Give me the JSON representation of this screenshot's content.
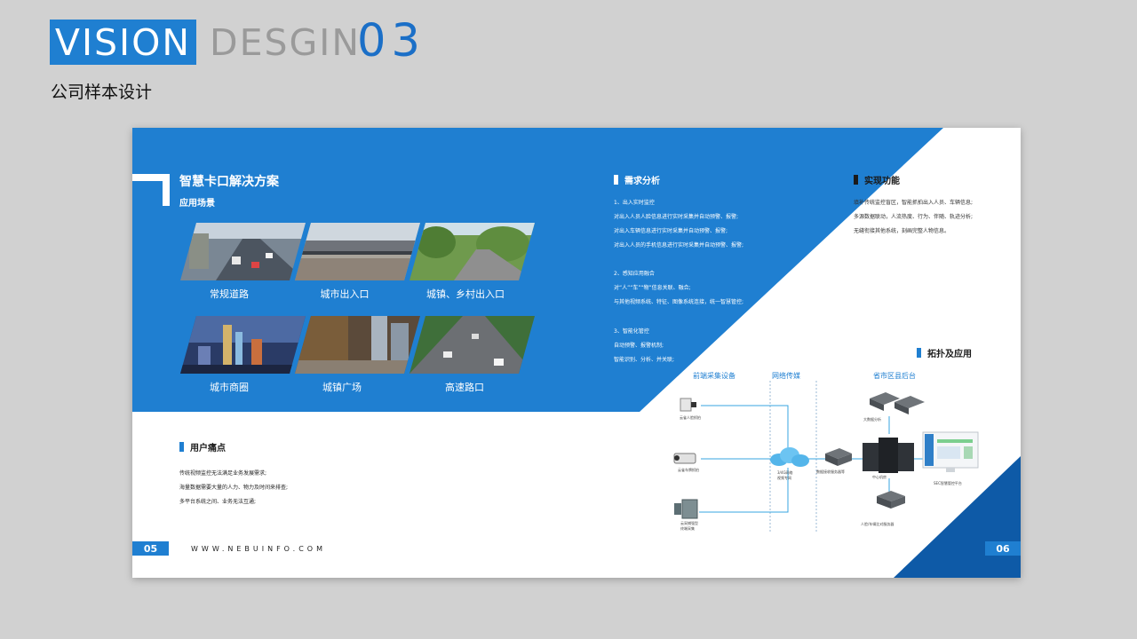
{
  "header": {
    "vision": "VISION",
    "design": "DESGIN",
    "number": "03",
    "subtitle": "公司样本设计"
  },
  "colors": {
    "accent": "#1f7fd1",
    "dark_accent": "#0e5aa7",
    "background": "#d1d1d1"
  },
  "left_page": {
    "title": "智慧卡口解决方案",
    "subtitle": "应用场景",
    "scenes": [
      {
        "label": "常规道路"
      },
      {
        "label": "城市出入口"
      },
      {
        "label": "城镇、乡村出入口"
      },
      {
        "label": "城市商圈"
      },
      {
        "label": "城镇广场"
      },
      {
        "label": "高速路口"
      }
    ],
    "pain_title": "用户痛点",
    "pain_lines": [
      "传统视频监控无法满足业务发展需求;",
      "海量数据需要大量的人力、物力及时间来排查;",
      "多平台系统之间、业务无法互通;"
    ],
    "page_number": "05",
    "url": "WWW.NEBUINFO.COM"
  },
  "right_page": {
    "needs_title": "需求分析",
    "needs_lines": [
      "1、出入实时监控",
      "对出入人员人脸信息进行实时采集并自动预警、报警;",
      "对出入车辆信息进行实时采集并自动预警、报警;",
      "对出入人员的手机信息进行实时采集并自动预警、报警;",
      "2、感知应用融合",
      "对“人”“车”“物”信息关联、融合;",
      "与其他视频系统、特征、图像系统连接，统一智慧管控;",
      "3、智能化管控",
      "自动预警、报警机制;",
      "智能识别、分析、并关联;"
    ],
    "func_title": "实现功能",
    "func_lines": [
      "填补传统监控盲区，智能抓拍出入人员、车辆信息;",
      "多源数据联动，人流热度、行为、伴随、轨迹分析;",
      "无缝衔接其他系统，刻画完整人物信息。"
    ],
    "topo_title": "拓扑及应用",
    "topo_heads": [
      "前端采集设备",
      "网络传媒",
      "省市区县后台"
    ],
    "topo_labels": {
      "face_cam": "云雀人脸抓拍",
      "car_cam": "云雀车牌抓拍",
      "phone": "云采捕强型\n终端采集",
      "network": "3/4G网络\n视频专网",
      "recv": "数据接收服务器等",
      "center": "中心机房",
      "bigdata": "大数据分析",
      "platform": "SEC智慧管控平台",
      "compare": "人脸/车辆比对服务器"
    },
    "page_number": "06"
  }
}
